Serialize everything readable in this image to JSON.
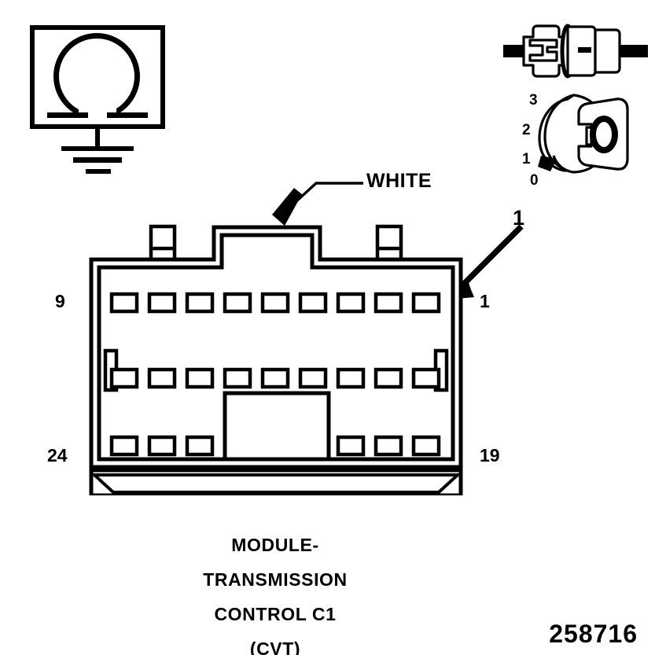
{
  "figure": {
    "number": "258716",
    "caption_lines": [
      "MODULE-",
      "TRANSMISSION",
      "CONTROL C1",
      "(CVT)"
    ]
  },
  "callouts": {
    "wire_color": "WHITE",
    "pin_one_callout": "1"
  },
  "connector": {
    "pin_numbers": {
      "top_left": "9",
      "top_right": "1",
      "bottom_left": "24",
      "bottom_right": "19"
    },
    "rows": {
      "top_count": 9,
      "middle_count": 9,
      "bottom_left_count": 3,
      "bottom_right_count": 3
    }
  },
  "symbols": {
    "ohm_symbol": "ohm-ground-symbol",
    "connector_pair": "inline-connector-pair-icon",
    "key_switch": "rotary-key-switch-icon"
  },
  "key_switch": {
    "positions": [
      "3",
      "2",
      "1",
      "0"
    ],
    "cavity_label": "0"
  },
  "colors": {
    "ink": "#000000",
    "background": "#ffffff"
  }
}
